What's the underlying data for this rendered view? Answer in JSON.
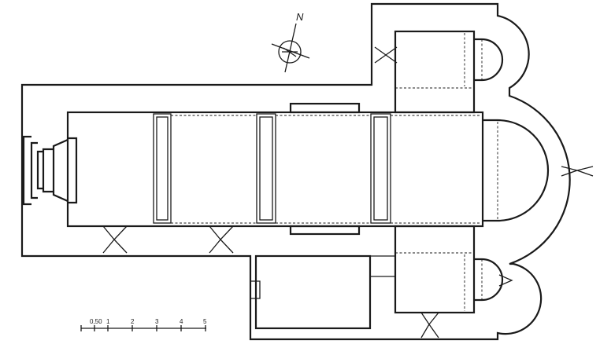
{
  "compass": {
    "label": "N"
  },
  "scale_bar": {
    "labels": [
      "0,50",
      "1",
      "2",
      "3",
      "4",
      "5"
    ]
  }
}
